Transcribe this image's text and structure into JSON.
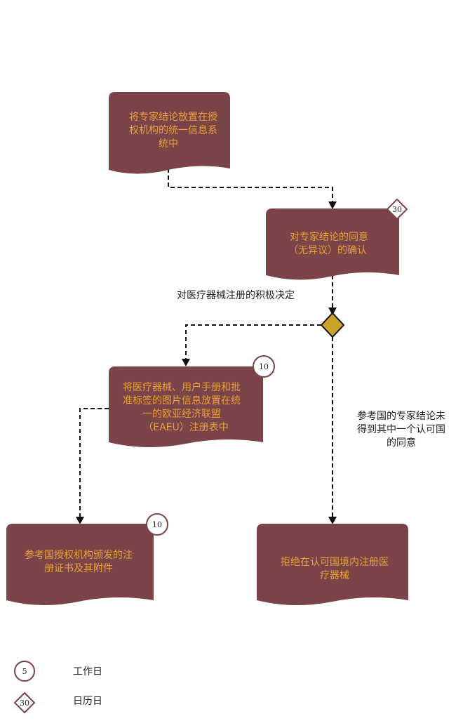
{
  "nodes": {
    "step1": {
      "lines": [
        "将专家结论放置在授",
        "权机构的统一信息系",
        "统中"
      ]
    },
    "step2": {
      "lines": [
        "对专家结论的同意",
        "（无异议）的确认"
      ],
      "badge": "30"
    },
    "step3": {
      "lines": [
        "将医疗器械、用户手册和批",
        "准标签的图片信息放置在统",
        "一的欧亚经济联盟",
        "（EAEU）注册表中"
      ],
      "badge": "10"
    },
    "step4": {
      "lines": [
        "参考国授权机构颁发的注",
        "册证书及其附件"
      ],
      "badge": "10"
    },
    "step5": {
      "lines": [
        "拒绝在认可国境内注册医",
        "疗器械"
      ]
    }
  },
  "edge_labels": {
    "positive": "对医疗器械注册的积极决定",
    "negative": [
      "参考国的专家结论未",
      "得到其中一个认可国",
      "的同意"
    ]
  },
  "legend": {
    "working_days": {
      "badge": "5",
      "label": "工作日"
    },
    "calendar_days": {
      "badge": "30",
      "label": "日历日"
    }
  },
  "colors": {
    "box_fill": "#7b4448",
    "box_text": "#e8a13a",
    "decision_fill": "#c9a227",
    "badge_stroke": "#7b4448"
  }
}
